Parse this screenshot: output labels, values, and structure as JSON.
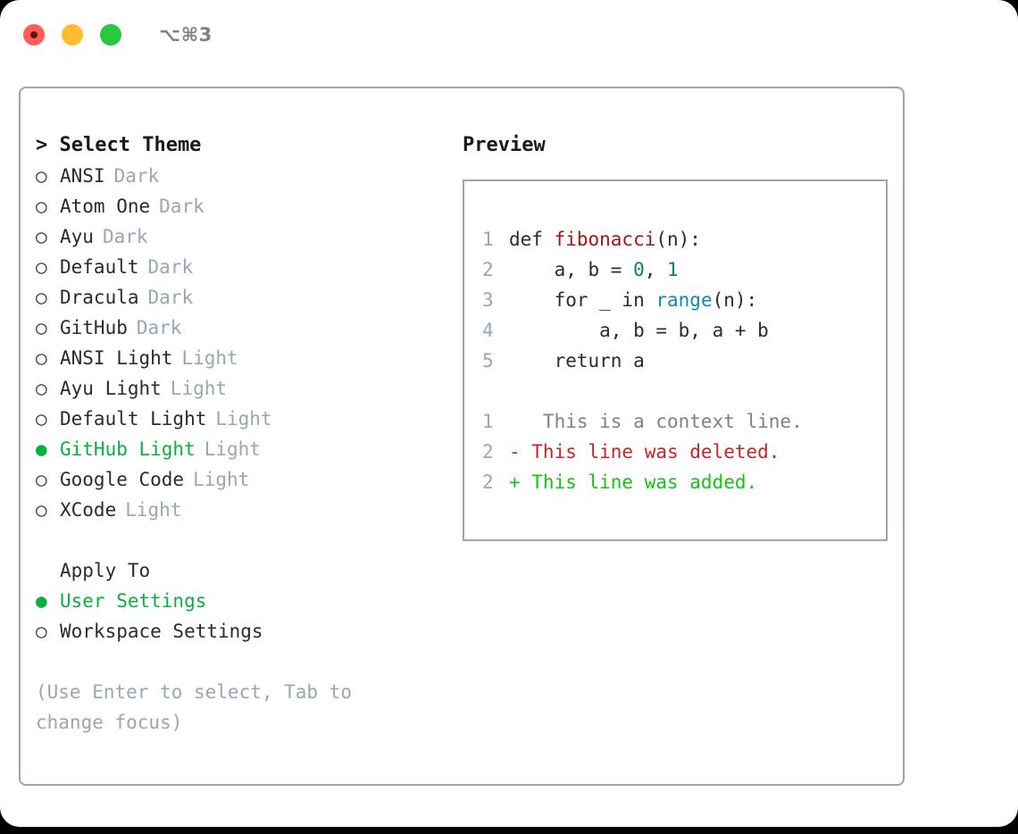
{
  "titlebar": {
    "shortcut": "⌥⌘3",
    "lights": [
      {
        "name": "close",
        "color": "#ff5f57"
      },
      {
        "name": "minimize",
        "color": "#ffbd2e"
      },
      {
        "name": "maximize",
        "color": "#28c840"
      }
    ]
  },
  "theme_select": {
    "heading": "> Select Theme",
    "bullet_off": "○",
    "bullet_on": "●",
    "items": [
      {
        "label": "ANSI",
        "badge": "Dark",
        "selected": false
      },
      {
        "label": "Atom One",
        "badge": "Dark",
        "selected": false
      },
      {
        "label": "Ayu",
        "badge": "Dark",
        "selected": false
      },
      {
        "label": "Default",
        "badge": "Dark",
        "selected": false
      },
      {
        "label": "Dracula",
        "badge": "Dark",
        "selected": false
      },
      {
        "label": "GitHub",
        "badge": "Dark",
        "selected": false
      },
      {
        "label": "ANSI Light",
        "badge": "Light",
        "selected": false
      },
      {
        "label": "Ayu Light",
        "badge": "Light",
        "selected": false
      },
      {
        "label": "Default Light",
        "badge": "Light",
        "selected": false
      },
      {
        "label": "GitHub Light",
        "badge": "Light",
        "selected": true
      },
      {
        "label": "Google Code",
        "badge": "Light",
        "selected": false
      },
      {
        "label": "XCode",
        "badge": "Light",
        "selected": false
      }
    ]
  },
  "apply_to": {
    "heading": "Apply To",
    "items": [
      {
        "label": "User Settings",
        "selected": true
      },
      {
        "label": "Workspace Settings",
        "selected": false
      }
    ]
  },
  "hint": "(Use Enter to select, Tab to change focus)",
  "preview": {
    "heading": "Preview",
    "code_lines": [
      {
        "no": "1",
        "segments": [
          {
            "text": "def ",
            "type": "plain"
          },
          {
            "text": "fibonacci",
            "type": "fn"
          },
          {
            "text": "(n):",
            "type": "plain"
          }
        ]
      },
      {
        "no": "2",
        "segments": [
          {
            "text": "    a, b = ",
            "type": "plain"
          },
          {
            "text": "0",
            "type": "num"
          },
          {
            "text": ", ",
            "type": "plain"
          },
          {
            "text": "1",
            "type": "num"
          }
        ]
      },
      {
        "no": "3",
        "segments": [
          {
            "text": "    for _ in ",
            "type": "plain"
          },
          {
            "text": "range",
            "type": "call"
          },
          {
            "text": "(n):",
            "type": "plain"
          }
        ]
      },
      {
        "no": "4",
        "segments": [
          {
            "text": "        a, b = b, a + b",
            "type": "plain"
          }
        ]
      },
      {
        "no": "5",
        "segments": [
          {
            "text": "    return a",
            "type": "plain"
          }
        ]
      }
    ],
    "diff_lines": [
      {
        "no": "1",
        "marker": " ",
        "text": "  This is a context line.",
        "kind": "context"
      },
      {
        "no": "2",
        "marker": "-",
        "text": " This line was deleted.",
        "kind": "deleted"
      },
      {
        "no": "2",
        "marker": "+",
        "text": " This line was added.",
        "kind": "added"
      }
    ]
  },
  "colors": {
    "accent_green": "#0bb03c",
    "border": "#9aa5b5",
    "muted": "#9aa5b5",
    "syntax_function": "#a31515",
    "syntax_number": "#0a7d7d",
    "syntax_call": "#1289b5",
    "diff_deleted": "#c72525",
    "diff_added": "#14c414",
    "diff_context": "#808080"
  }
}
